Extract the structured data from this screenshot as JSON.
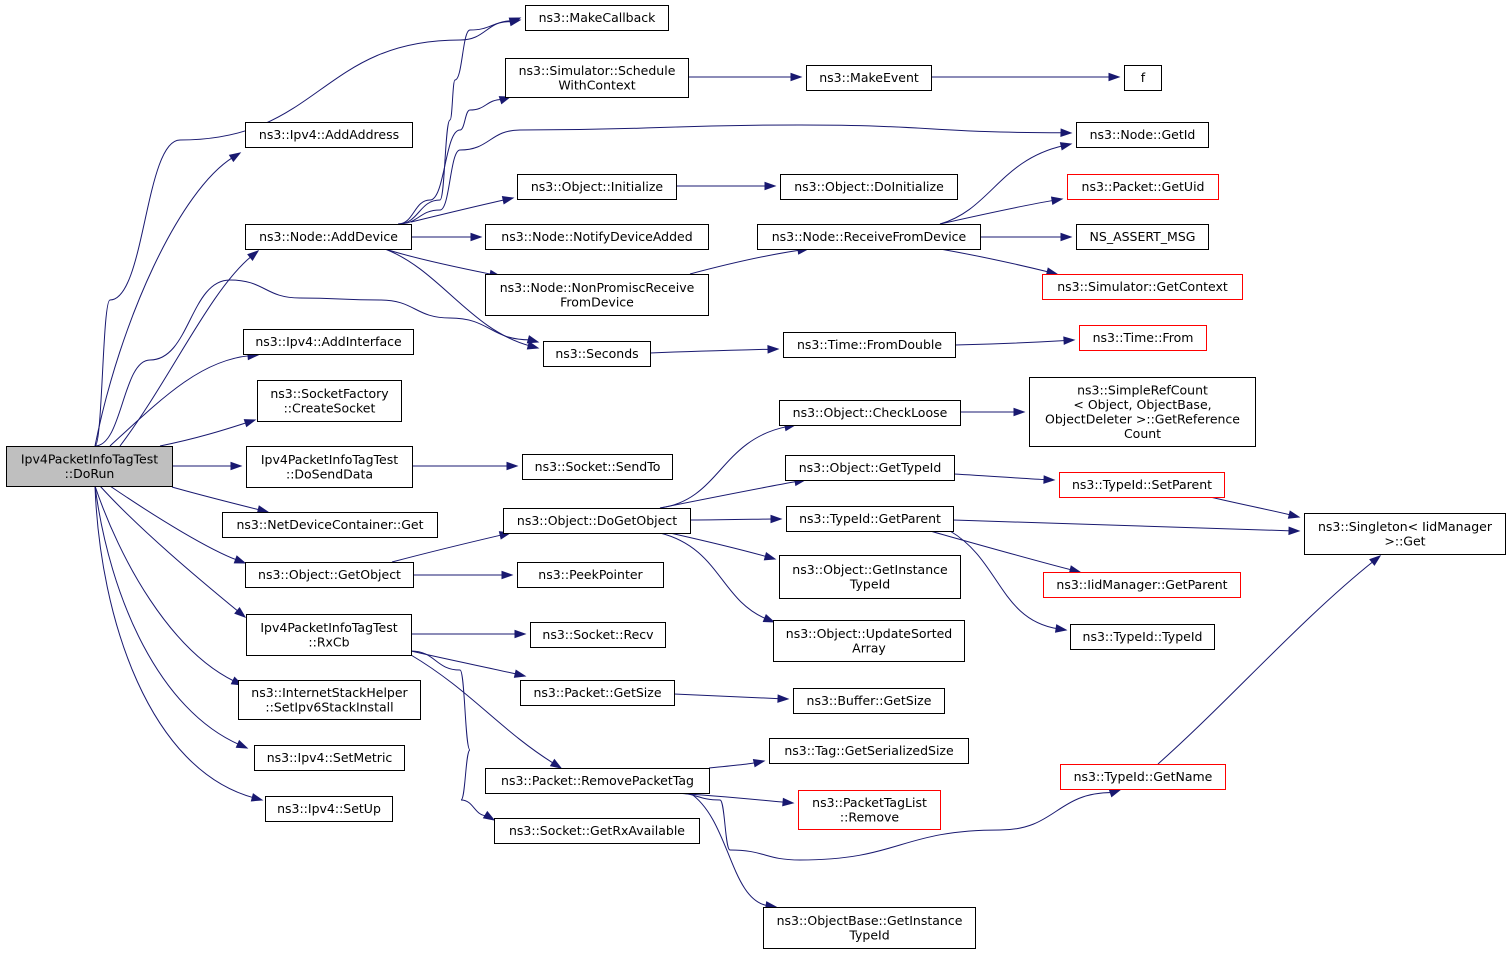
{
  "colors": {
    "edge": "#191970",
    "node_border": "#000000",
    "node_border_truncated": "#ff0000",
    "root_fill": "#bfbfbf",
    "node_fill": "#ffffff"
  },
  "nodes": [
    {
      "id": "root",
      "lines": [
        "Ipv4PacketInfoTagTest",
        "::DoRun"
      ],
      "style": "root"
    },
    {
      "id": "makecallback",
      "lines": [
        "ns3::MakeCallback"
      ]
    },
    {
      "id": "schedwc",
      "lines": [
        "ns3::Simulator::Schedule",
        "WithContext"
      ]
    },
    {
      "id": "makeevent",
      "lines": [
        "ns3::MakeEvent"
      ]
    },
    {
      "id": "f",
      "lines": [
        "f"
      ]
    },
    {
      "id": "addaddress",
      "lines": [
        "ns3::Ipv4::AddAddress"
      ]
    },
    {
      "id": "nodegetid",
      "lines": [
        "ns3::Node::GetId"
      ]
    },
    {
      "id": "objinit",
      "lines": [
        "ns3::Object::Initialize"
      ]
    },
    {
      "id": "objdoinit",
      "lines": [
        "ns3::Object::DoInitialize"
      ]
    },
    {
      "id": "pktgetuid",
      "lines": [
        "ns3::Packet::GetUid"
      ],
      "style": "truncated"
    },
    {
      "id": "adddevice",
      "lines": [
        "ns3::Node::AddDevice"
      ]
    },
    {
      "id": "notifydev",
      "lines": [
        "ns3::Node::NotifyDeviceAdded"
      ]
    },
    {
      "id": "recvfromdev",
      "lines": [
        "ns3::Node::ReceiveFromDevice"
      ]
    },
    {
      "id": "nsassert",
      "lines": [
        "NS_ASSERT_MSG"
      ]
    },
    {
      "id": "nonpromisc",
      "lines": [
        "ns3::Node::NonPromiscReceive",
        "FromDevice"
      ]
    },
    {
      "id": "simgetctx",
      "lines": [
        "ns3::Simulator::GetContext"
      ],
      "style": "truncated"
    },
    {
      "id": "timefrom",
      "lines": [
        "ns3::Time::From"
      ],
      "style": "truncated"
    },
    {
      "id": "addinterface",
      "lines": [
        "ns3::Ipv4::AddInterface"
      ]
    },
    {
      "id": "seconds",
      "lines": [
        "ns3::Seconds"
      ]
    },
    {
      "id": "fromdouble",
      "lines": [
        "ns3::Time::FromDouble"
      ]
    },
    {
      "id": "createsocket",
      "lines": [
        "ns3::SocketFactory",
        "::CreateSocket"
      ]
    },
    {
      "id": "simplerefcount",
      "lines": [
        "ns3::SimpleRefCount",
        "< Object, ObjectBase,",
        " ObjectDeleter >::GetReference",
        "Count"
      ]
    },
    {
      "id": "checkloose",
      "lines": [
        "ns3::Object::CheckLoose"
      ]
    },
    {
      "id": "gettypeid",
      "lines": [
        "ns3::Object::GetTypeId"
      ]
    },
    {
      "id": "senddata",
      "lines": [
        "Ipv4PacketInfoTagTest",
        "::DoSendData"
      ]
    },
    {
      "id": "sendto",
      "lines": [
        "ns3::Socket::SendTo"
      ]
    },
    {
      "id": "setparent",
      "lines": [
        "ns3::TypeId::SetParent"
      ],
      "style": "truncated"
    },
    {
      "id": "netdevget",
      "lines": [
        "ns3::NetDeviceContainer::Get"
      ]
    },
    {
      "id": "dogetobject",
      "lines": [
        "ns3::Object::DoGetObject"
      ]
    },
    {
      "id": "typeidgetparent",
      "lines": [
        "ns3::TypeId::GetParent"
      ]
    },
    {
      "id": "singletonget",
      "lines": [
        "ns3::Singleton< IidManager",
        " >::Get"
      ]
    },
    {
      "id": "getobject",
      "lines": [
        "ns3::Object::GetObject"
      ]
    },
    {
      "id": "peekpointer",
      "lines": [
        "ns3::PeekPointer"
      ]
    },
    {
      "id": "getinstancetypeid",
      "lines": [
        "ns3::Object::GetInstance",
        "TypeId"
      ]
    },
    {
      "id": "iidgetparent",
      "lines": [
        "ns3::IidManager::GetParent"
      ],
      "style": "truncated"
    },
    {
      "id": "rxcb",
      "lines": [
        "Ipv4PacketInfoTagTest",
        "::RxCb"
      ]
    },
    {
      "id": "socketrecv",
      "lines": [
        "ns3::Socket::Recv"
      ]
    },
    {
      "id": "updatesorted",
      "lines": [
        "ns3::Object::UpdateSorted",
        "Array"
      ]
    },
    {
      "id": "typeidtypeid",
      "lines": [
        "ns3::TypeId::TypeId"
      ]
    },
    {
      "id": "setipv6",
      "lines": [
        "ns3::InternetStackHelper",
        "::SetIpv6StackInstall"
      ]
    },
    {
      "id": "pktgetsize",
      "lines": [
        "ns3::Packet::GetSize"
      ]
    },
    {
      "id": "bufgetsize",
      "lines": [
        "ns3::Buffer::GetSize"
      ]
    },
    {
      "id": "tagsersize",
      "lines": [
        "ns3::Tag::GetSerializedSize"
      ]
    },
    {
      "id": "setmetric",
      "lines": [
        "ns3::Ipv4::SetMetric"
      ]
    },
    {
      "id": "removepkttag",
      "lines": [
        "ns3::Packet::RemovePacketTag"
      ]
    },
    {
      "id": "typeidgetname",
      "lines": [
        "ns3::TypeId::GetName"
      ],
      "style": "truncated"
    },
    {
      "id": "pkttaglistremove",
      "lines": [
        "ns3::PacketTagList",
        "::Remove"
      ],
      "style": "truncated"
    },
    {
      "id": "setup",
      "lines": [
        "ns3::Ipv4::SetUp"
      ]
    },
    {
      "id": "getrxavail",
      "lines": [
        "ns3::Socket::GetRxAvailable"
      ]
    },
    {
      "id": "objbasegetinst",
      "lines": [
        "ns3::ObjectBase::GetInstance",
        "TypeId"
      ]
    }
  ],
  "edges": [
    [
      "root",
      "makecallback"
    ],
    [
      "root",
      "addaddress"
    ],
    [
      "root",
      "adddevice"
    ],
    [
      "root",
      "seconds"
    ],
    [
      "root",
      "addinterface"
    ],
    [
      "root",
      "createsocket"
    ],
    [
      "root",
      "senddata"
    ],
    [
      "root",
      "netdevget"
    ],
    [
      "root",
      "getobject"
    ],
    [
      "root",
      "rxcb"
    ],
    [
      "root",
      "setipv6"
    ],
    [
      "root",
      "setmetric"
    ],
    [
      "root",
      "setup"
    ],
    [
      "adddevice",
      "makecallback"
    ],
    [
      "adddevice",
      "schedwc"
    ],
    [
      "adddevice",
      "nodegetid"
    ],
    [
      "adddevice",
      "objinit"
    ],
    [
      "adddevice",
      "notifydev"
    ],
    [
      "adddevice",
      "nonpromisc"
    ],
    [
      "adddevice",
      "seconds"
    ],
    [
      "schedwc",
      "makeevent"
    ],
    [
      "makeevent",
      "f"
    ],
    [
      "objinit",
      "objdoinit"
    ],
    [
      "nonpromisc",
      "recvfromdev"
    ],
    [
      "recvfromdev",
      "nodegetid"
    ],
    [
      "recvfromdev",
      "pktgetuid"
    ],
    [
      "recvfromdev",
      "nsassert"
    ],
    [
      "recvfromdev",
      "simgetctx"
    ],
    [
      "seconds",
      "fromdouble"
    ],
    [
      "fromdouble",
      "timefrom"
    ],
    [
      "senddata",
      "sendto"
    ],
    [
      "getobject",
      "dogetobject"
    ],
    [
      "getobject",
      "peekpointer"
    ],
    [
      "dogetobject",
      "checkloose"
    ],
    [
      "dogetobject",
      "gettypeid"
    ],
    [
      "dogetobject",
      "typeidgetparent"
    ],
    [
      "dogetobject",
      "getinstancetypeid"
    ],
    [
      "dogetobject",
      "updatesorted"
    ],
    [
      "checkloose",
      "simplerefcount"
    ],
    [
      "gettypeid",
      "setparent"
    ],
    [
      "setparent",
      "singletonget"
    ],
    [
      "typeidgetparent",
      "singletonget"
    ],
    [
      "typeidgetparent",
      "iidgetparent"
    ],
    [
      "typeidgetparent",
      "typeidtypeid"
    ],
    [
      "rxcb",
      "socketrecv"
    ],
    [
      "rxcb",
      "pktgetsize"
    ],
    [
      "rxcb",
      "removepkttag"
    ],
    [
      "rxcb",
      "getrxavail"
    ],
    [
      "pktgetsize",
      "bufgetsize"
    ],
    [
      "removepkttag",
      "tagsersize"
    ],
    [
      "removepkttag",
      "pkttaglistremove"
    ],
    [
      "removepkttag",
      "typeidgetname"
    ],
    [
      "removepkttag",
      "objbasegetinst"
    ],
    [
      "typeidgetname",
      "singletonget"
    ]
  ]
}
